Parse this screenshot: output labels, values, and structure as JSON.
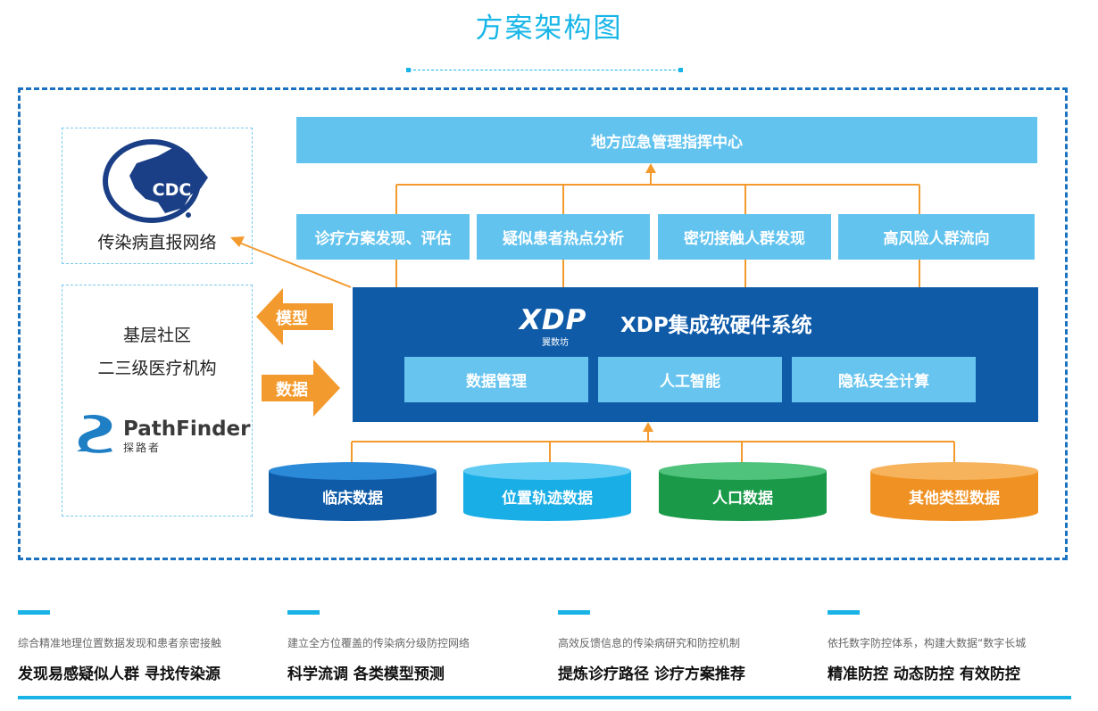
{
  "title": "方案架构图",
  "left_panel": {
    "cdc_logo_text": "CDC",
    "network_label": "传染病直报网络",
    "community_line1": "基层社区",
    "community_line2": "二三级医疗机构",
    "pathfinder_logo_text": "PathFinder",
    "pathfinder_logo_sub": "探路者"
  },
  "arrows": {
    "model_label": "模型",
    "data_label": "数据"
  },
  "top_center": "地方应急管理指挥中心",
  "functions": [
    "诊疗方案发现、评估",
    "疑似患者热点分析",
    "密切接触人群发现",
    "高风险人群流向"
  ],
  "core": {
    "logo_text": "XDP",
    "logo_sub": "翼数坊",
    "title": "XDP集成软硬件系统",
    "modules": [
      "数据管理",
      "人工智能",
      "隐私安全计算"
    ]
  },
  "data_sources": [
    {
      "label": "临床数据",
      "color": "#0f5ba8",
      "top_color": "#2a8ad7"
    },
    {
      "label": "位置轨迹数据",
      "color": "#1aaee6",
      "top_color": "#5fcaf2"
    },
    {
      "label": "人口数据",
      "color": "#1a9a49",
      "top_color": "#4fc27c"
    },
    {
      "label": "其他类型数据",
      "color": "#f09223",
      "top_color": "#f6b35c"
    }
  ],
  "colors": {
    "accent": "#19b3e6",
    "frame": "#1a72c0",
    "core": "#0f5ba8",
    "function_box": "#62c3ee",
    "arrow": "#f39a2e",
    "cdc_logo": "#1b3f86",
    "pathfinder_logo": "#1e7fc4"
  },
  "bottom_columns": [
    {
      "description": "综合精准地理位置数据发现和患者亲密接触",
      "headline": "发现易感疑似人群 寻找传染源"
    },
    {
      "description": "建立全方位覆盖的传染病分级防控网络",
      "headline": "科学流调 各类模型预测"
    },
    {
      "description": "高效反馈信息的传染病研究和防控机制",
      "headline": "提炼诊疗路径 诊疗方案推荐"
    },
    {
      "description": "依托数字防控体系，构建大数据“数字长城",
      "headline": "精准防控 动态防控 有效防控"
    }
  ]
}
